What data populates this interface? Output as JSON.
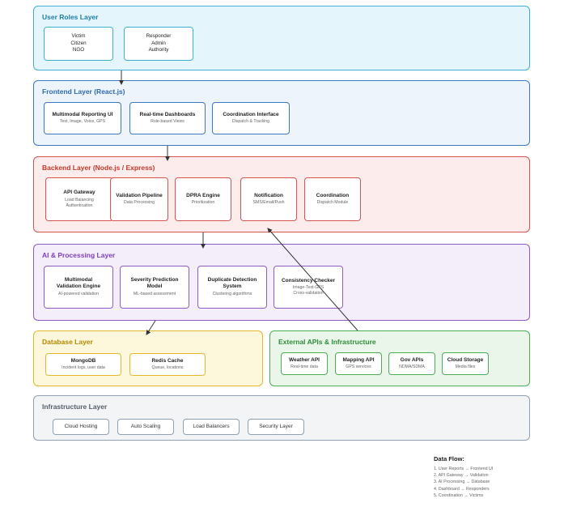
{
  "layers": {
    "roles": {
      "title": "User Roles Layer",
      "boxes": [
        {
          "lines": [
            "Victim",
            "Citizen",
            "NGO"
          ]
        },
        {
          "lines": [
            "Responder",
            "Admin",
            "Authority"
          ]
        }
      ]
    },
    "frontend": {
      "title": "Frontend Layer (React.js)",
      "boxes": [
        {
          "title": "Multimodal Reporting UI",
          "sub": [
            "Text, Image, Voice, GPS"
          ]
        },
        {
          "title": "Real-time Dashboards",
          "sub": [
            "Role-based Views"
          ]
        },
        {
          "title": "Coordination Interface",
          "sub": [
            "Dispatch & Tracking"
          ]
        }
      ]
    },
    "backend": {
      "title": "Backend Layer (Node.js / Express)",
      "boxes": [
        {
          "title": "API Gateway",
          "sub": [
            "Load Balancing",
            "Authentication"
          ]
        },
        {
          "title": "Validation Pipeline",
          "sub": [
            "Data Processing"
          ]
        },
        {
          "title": "DPRA Engine",
          "sub": [
            "Prioritization"
          ]
        },
        {
          "title": "Notification",
          "sub": [
            "SMS/Email/Push"
          ]
        },
        {
          "title": "Coordination",
          "sub": [
            "Dispatch Module"
          ]
        }
      ]
    },
    "ai": {
      "title": "AI & Processing Layer",
      "boxes": [
        {
          "title": [
            "Multimodal",
            "Validation Engine"
          ],
          "sub": [
            "AI-powered validation"
          ]
        },
        {
          "title": [
            "Severity Prediction",
            "Model"
          ],
          "sub": [
            "ML-based assessment"
          ]
        },
        {
          "title": [
            "Duplicate Detection",
            "System"
          ],
          "sub": [
            "Clustering algorithms"
          ]
        },
        {
          "title": [
            "Consistency Checker"
          ],
          "sub": [
            "Image-Text-GPS",
            "Cross-validation"
          ]
        }
      ]
    },
    "database": {
      "title": "Database Layer",
      "boxes": [
        {
          "title": "MongoDB",
          "sub": [
            "Incident logs, user data"
          ]
        },
        {
          "title": "Redis Cache",
          "sub": [
            "Queue, locations"
          ]
        }
      ]
    },
    "external": {
      "title": "External APIs & Infrastructure",
      "boxes": [
        {
          "title": "Weather API",
          "sub": [
            "Real-time data"
          ]
        },
        {
          "title": "Mapping API",
          "sub": [
            "GPS services"
          ]
        },
        {
          "title": "Gov APIs",
          "sub": [
            "NDMA/SDMA"
          ]
        },
        {
          "title": "Cloud Storage",
          "sub": [
            "Media files"
          ]
        }
      ]
    },
    "infrastructure": {
      "title": "Infrastructure Layer",
      "boxes": [
        {
          "title": "Cloud Hosting"
        },
        {
          "title": "Auto Scaling"
        },
        {
          "title": "Load Balancers"
        },
        {
          "title": "Security Layer"
        }
      ]
    }
  },
  "legend": {
    "title": "Data Flow:",
    "items": [
      "1. User Reports → Frontend UI",
      "2. API Gateway → Validation",
      "3. AI Processing → Database",
      "4. Dashboard → Responders",
      "5. Coordination → Victims"
    ]
  },
  "colors": {
    "roles": "#3fb0d2",
    "frontend": "#3c79c0",
    "backend": "#d9534f",
    "ai": "#8e5cc4",
    "database": "#e3b92b",
    "external": "#4aae55",
    "infrastructure": "#8fa0b0",
    "arrow": "#333333"
  }
}
